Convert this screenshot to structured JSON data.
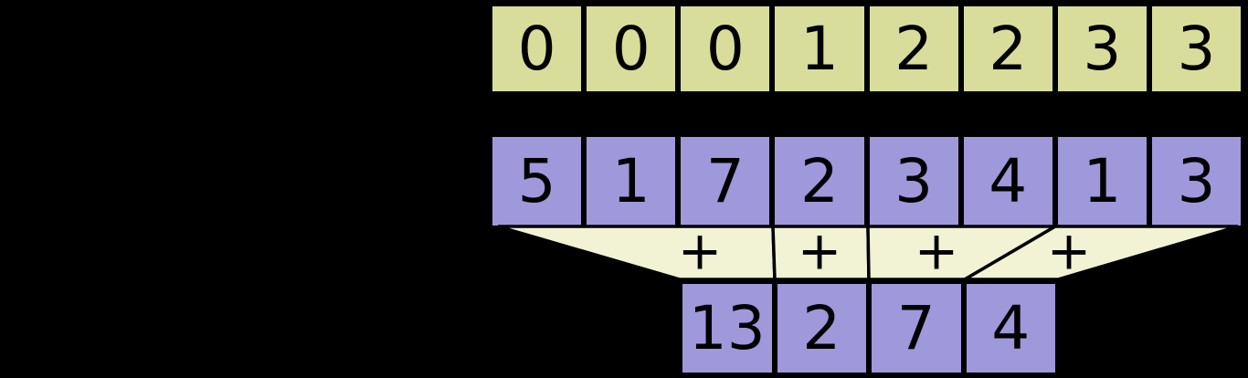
{
  "diagram": {
    "background_color": "#000000",
    "border_color": "#000000",
    "text_color": "#000000",
    "index_row": {
      "fill": "#d9dd9b",
      "cells": [
        "0",
        "0",
        "0",
        "1",
        "2",
        "2",
        "3",
        "3"
      ]
    },
    "value_row": {
      "fill": "#9f98db",
      "cells": [
        "5",
        "1",
        "7",
        "2",
        "3",
        "4",
        "1",
        "3"
      ]
    },
    "funnel": {
      "fill": "#f2f2d4",
      "operators": [
        "+",
        "+",
        "+",
        "+"
      ]
    },
    "sum_row": {
      "fill": "#9f98db",
      "cells": [
        "13",
        "2",
        "7",
        "4"
      ]
    }
  }
}
